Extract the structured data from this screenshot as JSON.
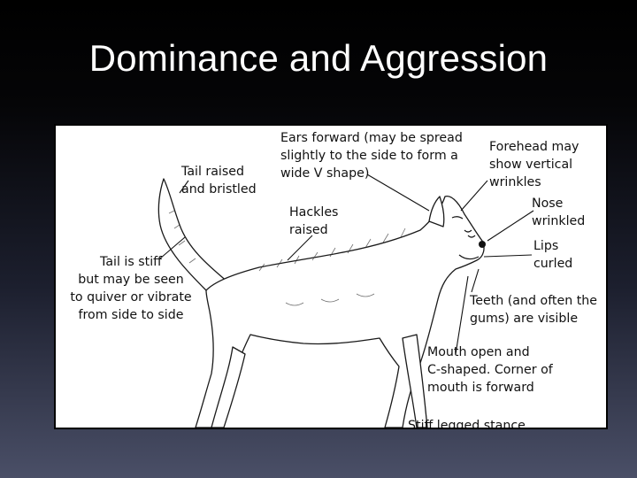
{
  "slide": {
    "title": "Dominance and Aggression"
  },
  "labels": {
    "ears": "Ears forward (may be spread\nslightly to the side to form a\nwide V shape)",
    "forehead": "Forehead may\nshow vertical\nwrinkles",
    "tail_raised": "Tail raised\nand bristled",
    "hackles": "Hackles\nraised",
    "nose": "Nose\nwrinkled",
    "lips": "Lips\ncurled",
    "tail_stiff": "Tail is stiff\nbut may be seen\nto quiver or vibrate\nfrom side to side",
    "teeth": "Teeth (and often the\ngums) are visible",
    "mouth": "Mouth open and\nC-shaped. Corner of\nmouth is forward",
    "stance": "Stiff legged stance"
  }
}
